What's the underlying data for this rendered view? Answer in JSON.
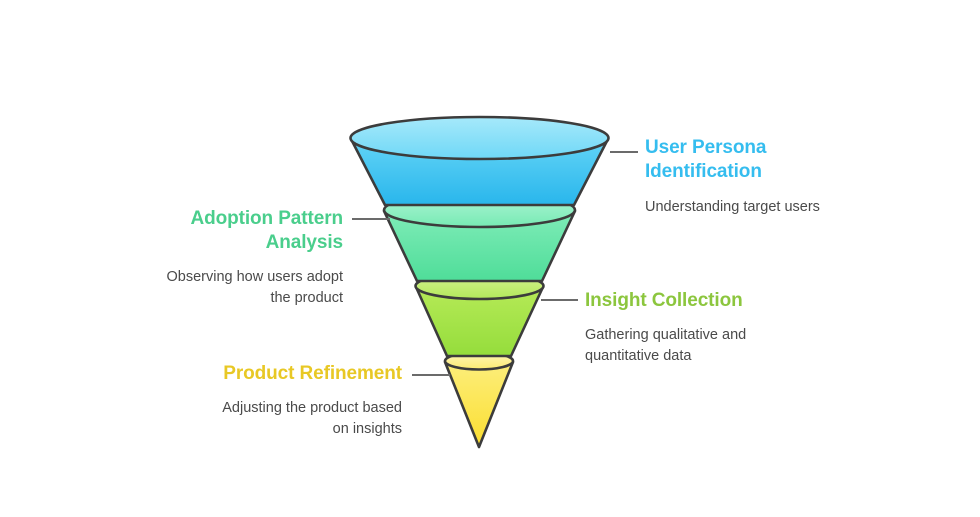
{
  "diagram": {
    "type": "funnel",
    "background": "#ffffff",
    "outline_color": "#3c3c3c",
    "connector_color": "#6b6b6b",
    "description_color": "#4a4a4a",
    "stages": [
      {
        "id": "user-persona",
        "order": 1,
        "title": "User Persona\nIdentification",
        "title_line1": "User Persona",
        "title_line2": "Identification",
        "description": "Understanding target users",
        "color": "#35BDEF",
        "fill_top": "#63D4F6",
        "fill_bottom": "#29B6EC",
        "rim_color": "#8FE2F8",
        "side": "right"
      },
      {
        "id": "adoption-pattern",
        "order": 2,
        "title": "Adoption Pattern\nAnalysis",
        "title_line1": "Adoption Pattern",
        "title_line2": "Analysis",
        "description": "Observing how users adopt\nthe product",
        "description_line1": "Observing how users adopt",
        "description_line2": "the product",
        "color": "#4ACE8C",
        "fill_top": "#7FECB8",
        "fill_bottom": "#4FDD99",
        "rim_color": "#9DF2CD",
        "side": "left"
      },
      {
        "id": "insight-collection",
        "order": 3,
        "title": "Insight Collection",
        "title_line1": "Insight Collection",
        "description": "Gathering qualitative and\nquantitative data",
        "description_line1": "Gathering qualitative and",
        "description_line2": "quantitative data",
        "color": "#8CC63E",
        "fill_top": "#B6EA57",
        "fill_bottom": "#95DD3C",
        "rim_color": "#CDF07F",
        "side": "right"
      },
      {
        "id": "product-refinement",
        "order": 4,
        "title": "Product Refinement",
        "title_line1": "Product Refinement",
        "description": "Adjusting the product based\non insights",
        "description_line1": "Adjusting the product based",
        "description_line2": "on insights",
        "color": "#E8C825",
        "fill_top": "#FCEE7B",
        "fill_bottom": "#FBDE30",
        "rim_color": "#FDF1A0",
        "side": "left"
      }
    ]
  }
}
